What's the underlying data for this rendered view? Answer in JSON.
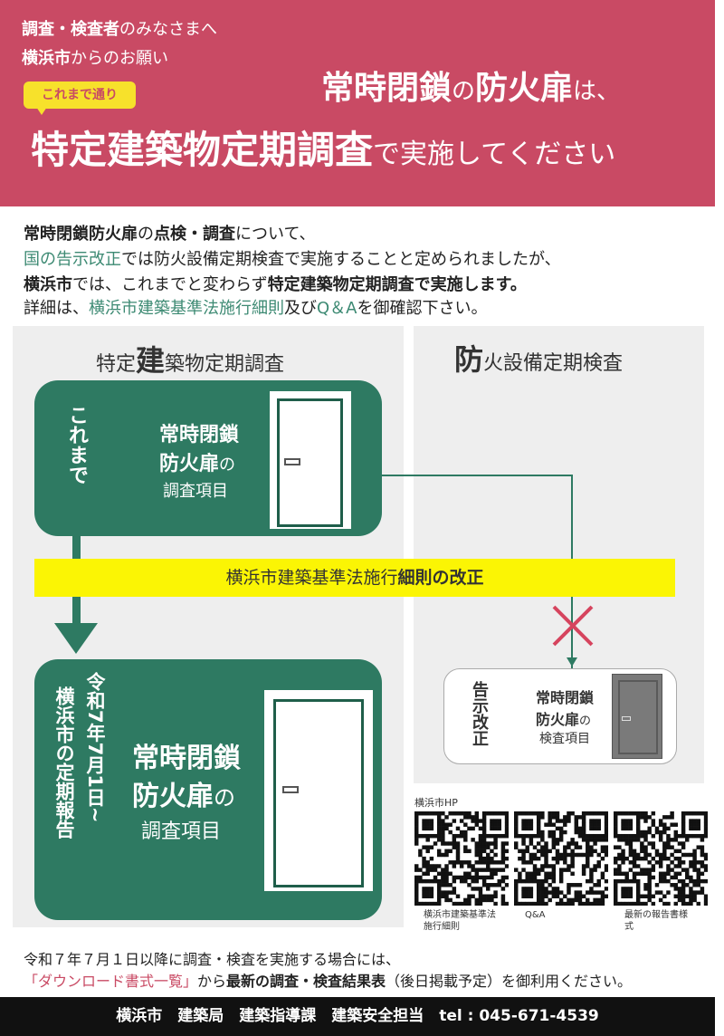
{
  "header": {
    "line1_bold": "調査・検査者",
    "line1_rest": "のみなさまへ",
    "line2_bold": "横浜市",
    "line2_rest": "からのお願い",
    "badge": "これまで通り",
    "title1_a": "常時閉鎖",
    "title1_b": "の",
    "title1_c": "防火扉",
    "title1_d": "は、",
    "title2_a": "特定建築物定期調査",
    "title2_b": "で実施してください"
  },
  "intro": {
    "l1_a": "常時閉鎖防火扉",
    "l1_b": "の",
    "l1_c": "点検・調査",
    "l1_d": "について、",
    "l2_a": "国の告示改正",
    "l2_b": "では防火設備定期検査で実施することと定められましたが、",
    "l3_a": "横浜市",
    "l3_b": "では、これまでと変わらず",
    "l3_c": "特定建築物定期調査で実施します。",
    "l4_a": "詳細は、",
    "l4_b": "横浜市建築基準法施行細則",
    "l4_c": "及び",
    "l4_d": "Q＆A",
    "l4_e": "を御確認下さい。"
  },
  "left_panel": {
    "title_a": "特定",
    "title_b": "建",
    "title_c": "築物定期調査",
    "upper_vertical": "これまで",
    "upper_l1": "常時閉鎖",
    "upper_l2a": "防火扉",
    "upper_l2b": "の",
    "upper_l3": "調査項目",
    "lower_vertical_1": "令和7年7月1日~",
    "lower_vertical_2": "横浜市の定期報告",
    "lower_l1": "常時閉鎖",
    "lower_l2a": "防火扉",
    "lower_l2b": "の",
    "lower_l3": "調査項目"
  },
  "right_panel": {
    "title_a": "防",
    "title_b": "火設備定期検査",
    "vertical": "告示改正",
    "l1": "常時閉鎖",
    "l2a": "防火扉",
    "l2b": "の",
    "l3": "検査項目"
  },
  "band": {
    "text_a": "横浜市建築基準法施行",
    "text_b": "細則の改正"
  },
  "qr": {
    "label": "横浜市HP",
    "captions": [
      "横浜市建築基準法施行細則",
      "Q&A",
      "最新の報告書様式"
    ]
  },
  "bottom": {
    "l1": "令和７年７月１日以降に調査・検査を実施する場合には、",
    "l2_a": "「ダウンロード書式一覧」",
    "l2_b": "から",
    "l2_c": "最新の調査・検査結果表",
    "l2_d": "（後日掲載予定）を御利用ください。"
  },
  "footer": {
    "text": "横浜市　建築局　建築指導課　建築安全担当　tel : 045-671-4539"
  },
  "colors": {
    "header": "#c94a64",
    "green": "#2e7a62",
    "yellow": "#fbf504",
    "cross": "#d6445e"
  }
}
